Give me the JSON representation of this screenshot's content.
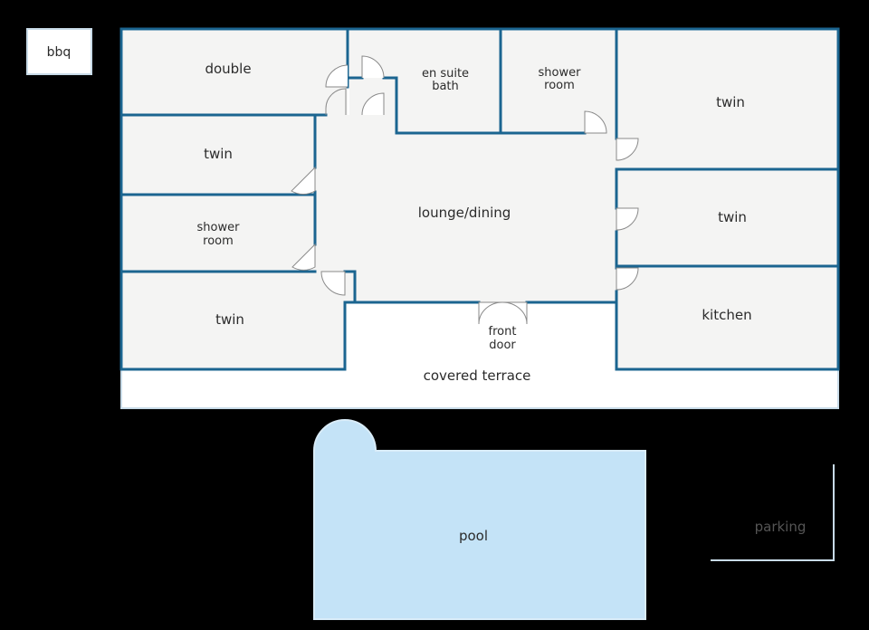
{
  "colors": {
    "background": "#000000",
    "floor": "#f4f4f3",
    "terrace": "#ffffff",
    "wall": "#1b6590",
    "pool": "#c4e3f7",
    "pool_edge": "#d9ecf8",
    "bbq_border": "#c8dbe8"
  },
  "labels": {
    "bbq": "bbq",
    "double": "double",
    "en_suite_line1": "en suite",
    "en_suite_line2": "bath",
    "shower_top_line1": "shower",
    "shower_top_line2": "room",
    "twin_top_right": "twin",
    "twin_left_1": "twin",
    "lounge": "lounge/dining",
    "twin_right_2": "twin",
    "shower_left_line1": "shower",
    "shower_left_line2": "room",
    "twin_left_2": "twin",
    "kitchen": "kitchen",
    "front_door_line1": "front",
    "front_door_line2": "door",
    "terrace": "covered terrace",
    "pool": "pool",
    "parking": "parking"
  }
}
